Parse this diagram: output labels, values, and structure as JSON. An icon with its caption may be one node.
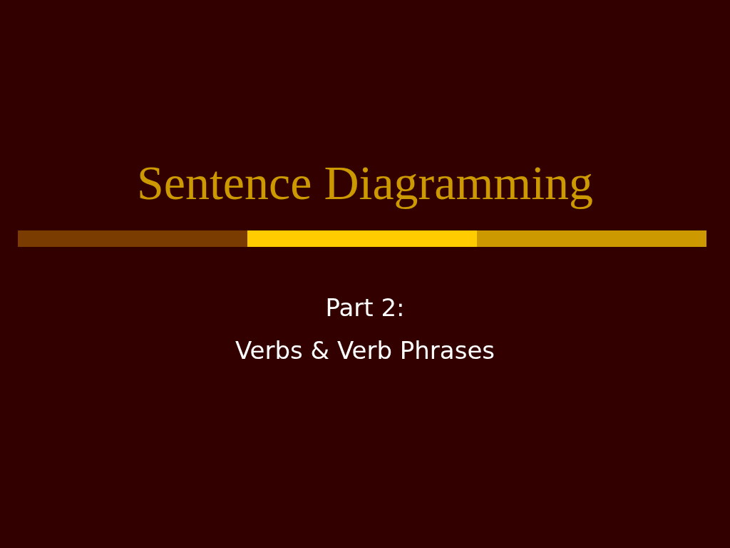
{
  "diagram": {
    "title": "Sentence Diagramming",
    "labels": [
      "Part 2:",
      "Verbs & Verb Phrases"
    ]
  }
}
